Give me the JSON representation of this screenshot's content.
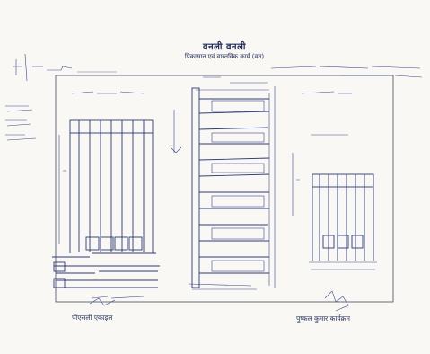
{
  "document": {
    "title": "वनली वनली",
    "subtitle": "पिकासान एवं वास्तविक कार्य (वत)",
    "caption_left": "पीएसली एकाइल",
    "caption_right": "पुष्कल कुमार कार्यक्रम"
  },
  "colors": {
    "ink": "#2d3a78",
    "paper": "#f9f8f4",
    "frame": "#444a5c"
  }
}
